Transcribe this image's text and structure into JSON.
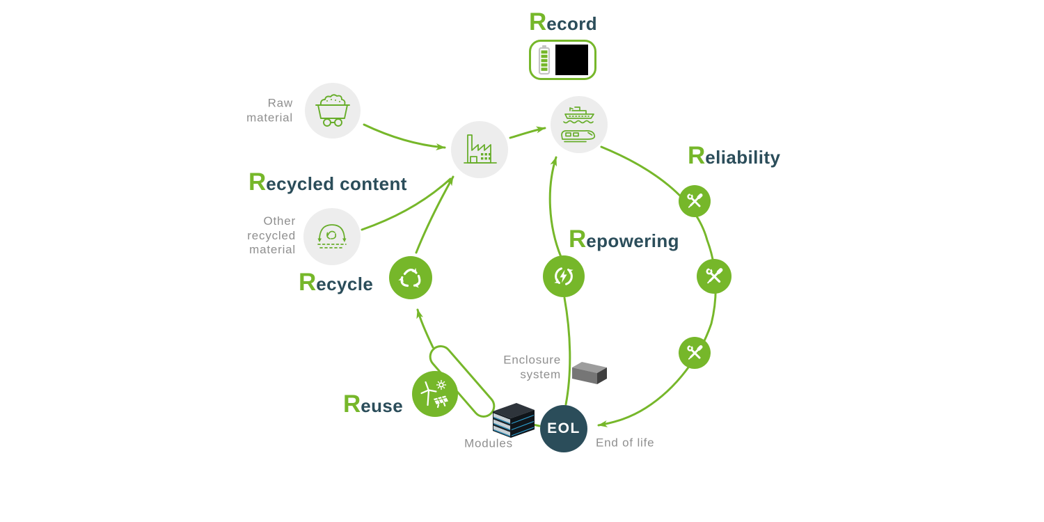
{
  "colors": {
    "accent_green": "#76b72a",
    "dark_teal": "#2b4d5a",
    "gray_circle": "#ededed",
    "gray_text": "#8f8f8f",
    "eol_badge_bg": "#2b4d5a"
  },
  "title_record": {
    "initial": "R",
    "rest": "ecord"
  },
  "stations": {
    "raw_material": {
      "label": "Raw\nmaterial"
    },
    "recycled_content": {
      "initial": "R",
      "rest": "ecycled content"
    },
    "other_recycled_material": {
      "label": "Other\nrecycled\nmaterial"
    },
    "recycle": {
      "initial": "R",
      "rest": "ecycle"
    },
    "reliability": {
      "initial": "R",
      "rest": "eliability"
    },
    "repowering": {
      "initial": "R",
      "rest": "epowering"
    },
    "reuse": {
      "initial": "R",
      "rest": "euse"
    },
    "eol": {
      "badge": "EOL",
      "label": "End of life"
    },
    "modules": {
      "label": "Modules"
    },
    "enclosure_system": {
      "label": "Enclosure\nsystem"
    }
  },
  "icons": {
    "record_badge": [
      "battery-icon",
      "black-label-screen"
    ],
    "raw_material": "mine-cart-icon",
    "manufacturing": "factory-icon",
    "transport": "ship-and-train-icon",
    "other_recycled_material": "recycle-dome-icon",
    "recycle": "recycle-arrows-icon",
    "reliability": "crossed-tools-icon",
    "repowering": "recharge-cycle-bolt-icon",
    "reuse": "wind-solar-icon",
    "enclosure_system": "enclosure-box-icon",
    "modules": "module-stack-icon"
  }
}
